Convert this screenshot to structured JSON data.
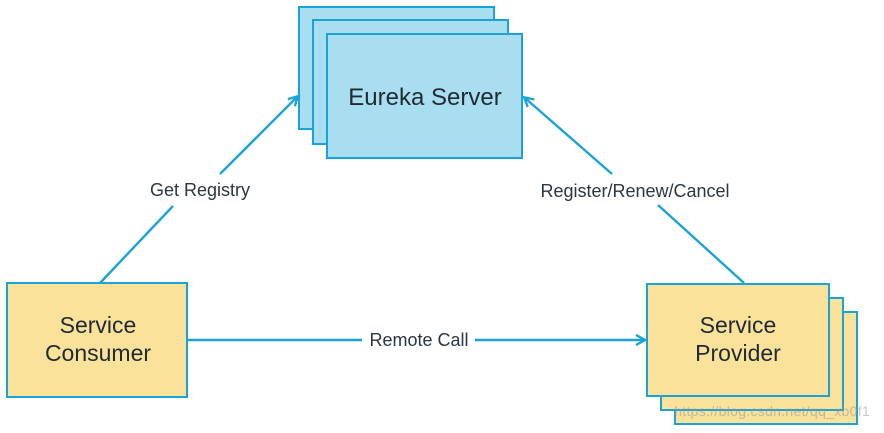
{
  "colors": {
    "server_fill": "#a9def0",
    "client_fill": "#fae29a",
    "border": "#1aa3d9",
    "arrow": "#1aa3d9",
    "text": "#1f2a33"
  },
  "nodes": {
    "eureka_server": {
      "label": "Eureka Server"
    },
    "service_consumer": {
      "label_line1": "Service",
      "label_line2": "Consumer"
    },
    "service_provider": {
      "label_line1": "Service",
      "label_line2": "Provider"
    }
  },
  "edges": {
    "get_registry": {
      "label": "Get Registry"
    },
    "register_renew_cancel": {
      "label": "Register/Renew/Cancel"
    },
    "remote_call": {
      "label": "Remote Call"
    }
  },
  "watermark": "https://blog.csdn.net/qq_xb0f1"
}
